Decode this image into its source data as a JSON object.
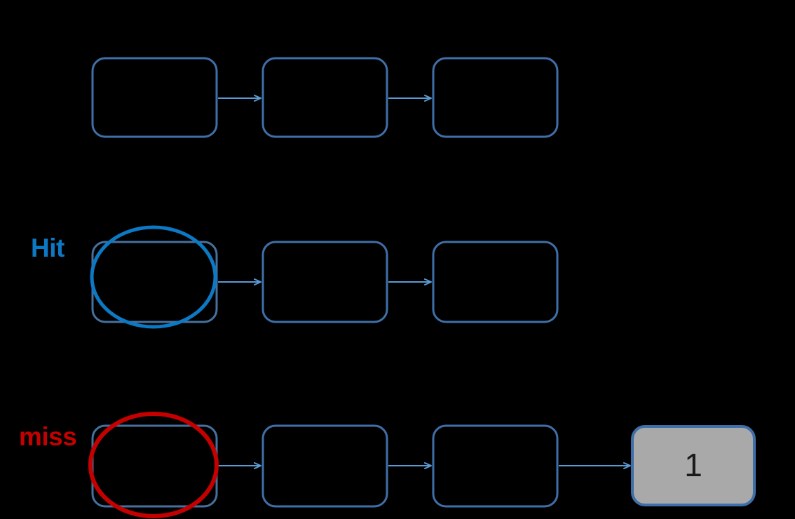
{
  "diagram": {
    "background_color": "#000000",
    "box_stroke_color": "#3f6fa8",
    "arrow_color": "#5b9bd5",
    "highlight_hit_color": "#0c79c4",
    "highlight_miss_color": "#c50000",
    "counter_fill_color": "#a9a9a9",
    "rows": [
      {
        "id": "row-baseline",
        "label": "",
        "highlight": "none",
        "boxes": [
          {
            "id": "row1-box1",
            "text": "",
            "fill": "none"
          },
          {
            "id": "row1-box2",
            "text": "",
            "fill": "none"
          },
          {
            "id": "row1-box3",
            "text": "",
            "fill": "none"
          }
        ],
        "arrows": 2
      },
      {
        "id": "row-hit",
        "label": "Hit",
        "highlight": "ellipse-blue",
        "boxes": [
          {
            "id": "row2-box1",
            "text": "",
            "fill": "none"
          },
          {
            "id": "row2-box2",
            "text": "",
            "fill": "none"
          },
          {
            "id": "row2-box3",
            "text": "",
            "fill": "none"
          }
        ],
        "arrows": 2
      },
      {
        "id": "row-miss",
        "label": "miss",
        "highlight": "ellipse-red",
        "boxes": [
          {
            "id": "row3-box1",
            "text": "",
            "fill": "none"
          },
          {
            "id": "row3-box2",
            "text": "",
            "fill": "none"
          },
          {
            "id": "row3-box3",
            "text": "",
            "fill": "none"
          },
          {
            "id": "row3-counter",
            "text": "1",
            "fill": "#a9a9a9"
          }
        ],
        "arrows": 3
      }
    ],
    "labels": {
      "hit": "Hit",
      "miss": "miss"
    },
    "counter": {
      "value": "1"
    }
  }
}
